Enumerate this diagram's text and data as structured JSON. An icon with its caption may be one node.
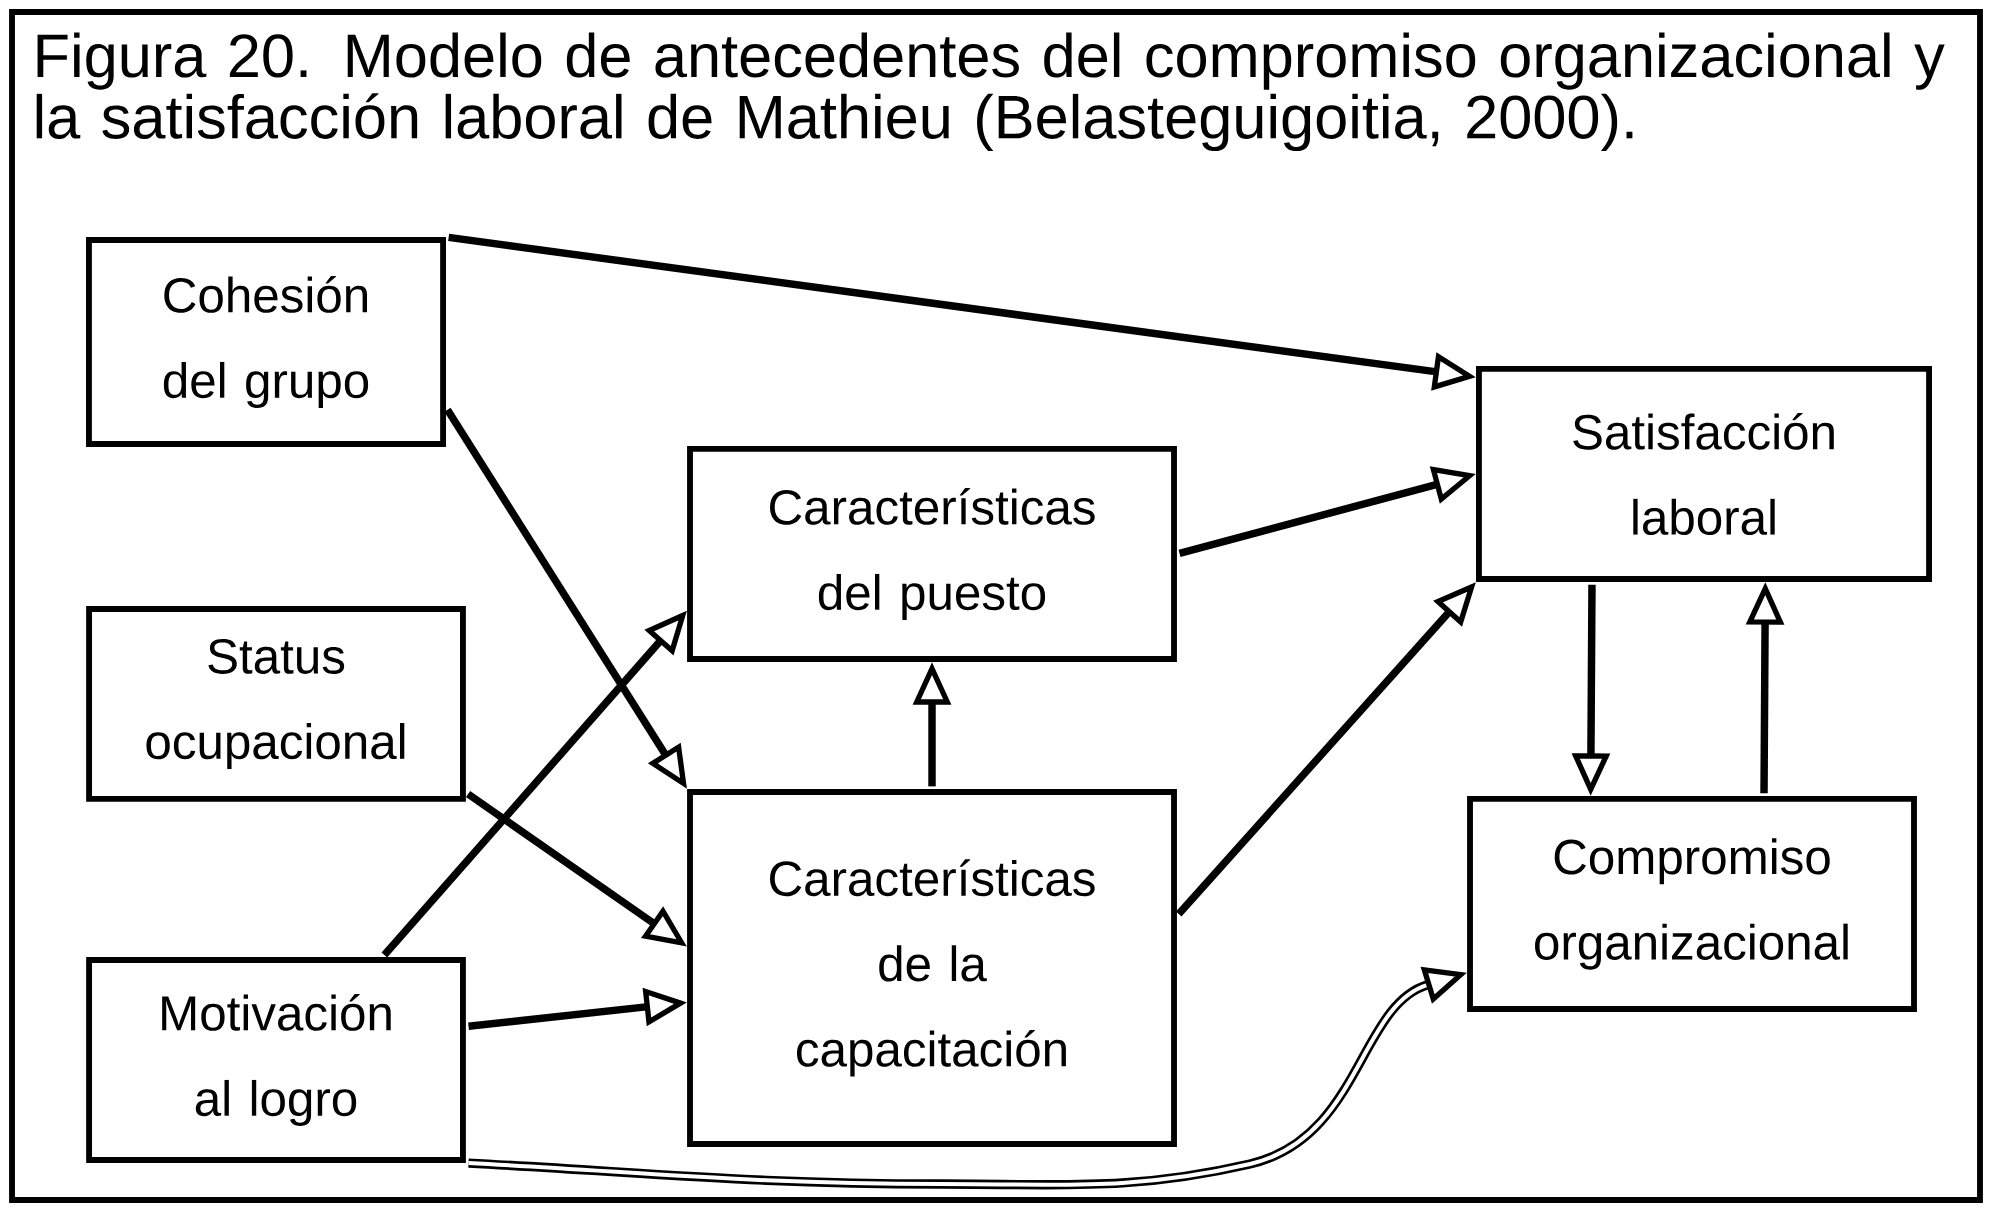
{
  "diagram": {
    "title": "Figura 20. Modelo de antecedentes del compromiso organizacional y la satisfacción laboral de Mathieu (Belasteguigoitia, 2000).",
    "nodes": [
      {
        "text": [
          "Cohesión del grupo"
        ]
      },
      {
        "text": [
          "Status ocupacional"
        ]
      },
      {
        "text": [
          "Motivación al logro"
        ]
      },
      {
        "text": [
          "Características del puesto"
        ]
      },
      {
        "text": [
          "Características de la capacitación"
        ]
      },
      {
        "text": [
          "Satisfacción laboral"
        ]
      },
      {
        "text": [
          "Compromiso organizacional"
        ]
      }
    ],
    "edges": [
      {
        "from": 0,
        "to": 5,
        "arrow": "to"
      },
      {
        "from": 0,
        "to": 4,
        "arrow": "to"
      },
      {
        "from": 1,
        "to": 4,
        "arrow": "to"
      },
      {
        "from": 2,
        "to": 3,
        "arrow": "to"
      },
      {
        "from": 2,
        "to": 4,
        "arrow": "to"
      },
      {
        "from": 4,
        "to": 3,
        "arrow": "to"
      },
      {
        "from": 3,
        "to": 5,
        "arrow": "to"
      },
      {
        "from": 4,
        "to": 5,
        "arrow": "to"
      },
      {
        "from": 5,
        "to": 6,
        "arrow": "to"
      },
      {
        "from": 6,
        "to": 5,
        "arrow": "to"
      },
      {
        "from": 2,
        "to": 6,
        "arrow": "to"
      }
    ]
  }
}
